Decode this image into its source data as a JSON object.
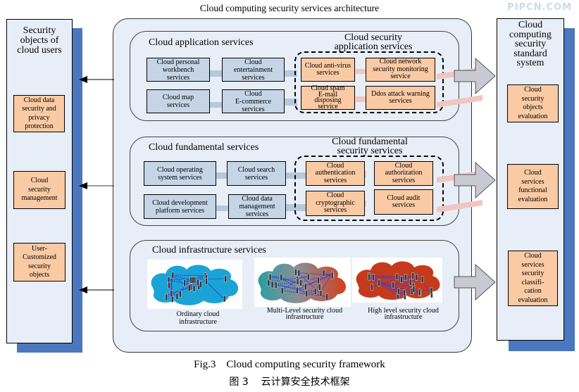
{
  "title": "Cloud computing security services architecture",
  "watermark": "PIPCN.COM",
  "left_panel": {
    "title_lines": [
      "Security",
      "objects of",
      "cloud users"
    ],
    "items": [
      {
        "lines": [
          "Cloud data",
          "security and",
          "privacy",
          "protection"
        ]
      },
      {
        "lines": [
          "Cloud",
          "security",
          "management"
        ]
      },
      {
        "lines": [
          "User-",
          "Customized",
          "security",
          "objects"
        ]
      }
    ]
  },
  "right_panel": {
    "title_lines": [
      "Cloud",
      "computing",
      "security",
      "standard",
      "system"
    ],
    "items": [
      {
        "lines": [
          "Cloud",
          "security",
          "objects",
          "evaluation"
        ]
      },
      {
        "lines": [
          "Cloud",
          "services",
          "functional",
          "evaluation"
        ]
      },
      {
        "lines": [
          "Cloud",
          "services",
          "security",
          "classifi-",
          "cation",
          "evaluation"
        ]
      }
    ]
  },
  "layers": {
    "application": {
      "title": "Cloud application services",
      "services": [
        {
          "lines": [
            "Cloud personal",
            "workbench",
            "services"
          ]
        },
        {
          "lines": [
            "Cloud",
            "entertainment",
            "services"
          ]
        },
        {
          "lines": [
            "Cloud map",
            "services"
          ]
        },
        {
          "lines": [
            "Cloud",
            "E-commerce",
            "services"
          ]
        }
      ],
      "security_title_lines": [
        "Cloud security",
        "application services"
      ],
      "security_services": [
        {
          "lines": [
            "Cloud anti-virus",
            "services"
          ]
        },
        {
          "lines": [
            "Cloud network",
            "security monitoring",
            "service"
          ]
        },
        {
          "lines": [
            "Cloud spam",
            "E-mail",
            "disposing",
            "service"
          ]
        },
        {
          "lines": [
            "Ddos attack warning",
            "services"
          ]
        }
      ]
    },
    "fundamental": {
      "title": "Cloud fundamental services",
      "services": [
        {
          "lines": [
            "Cloud operating",
            "system services"
          ]
        },
        {
          "lines": [
            "Cloud search",
            "services"
          ]
        },
        {
          "lines": [
            "Cloud development",
            "platform services"
          ]
        },
        {
          "lines": [
            "Cloud data",
            "management",
            "services"
          ]
        }
      ],
      "security_title_lines": [
        "Cloud fundamental",
        "security services"
      ],
      "security_services": [
        {
          "lines": [
            "Cloud",
            "authentication",
            "services"
          ]
        },
        {
          "lines": [
            "Cloud",
            "authorization",
            "services"
          ]
        },
        {
          "lines": [
            "Cloud",
            "cryptographic",
            "services"
          ]
        },
        {
          "lines": [
            "Cloud audit",
            "services"
          ]
        }
      ]
    },
    "infrastructure": {
      "title": "Cloud infrastructure services",
      "clouds": [
        {
          "lines": [
            "Ordinary cloud",
            "infrastructure"
          ],
          "color": "#1aa3d6"
        },
        {
          "lines": [
            "Multi-Level security cloud",
            "infrastructure"
          ],
          "color": "#7d9aa0"
        },
        {
          "lines": [
            "High level security cloud",
            "infrastructure"
          ],
          "color": "#c63a1c"
        }
      ]
    }
  },
  "caption": {
    "en": "Fig.3    Cloud computing security framework",
    "zh": "图 3    云计算安全技术框架"
  },
  "colors": {
    "panel_bg": "#e8eef8",
    "shadow": "#4a77bf",
    "orange_box": "#f9caa4",
    "blue_box": "#c6d5e6",
    "arrow_fill": "#c9c9d3"
  }
}
